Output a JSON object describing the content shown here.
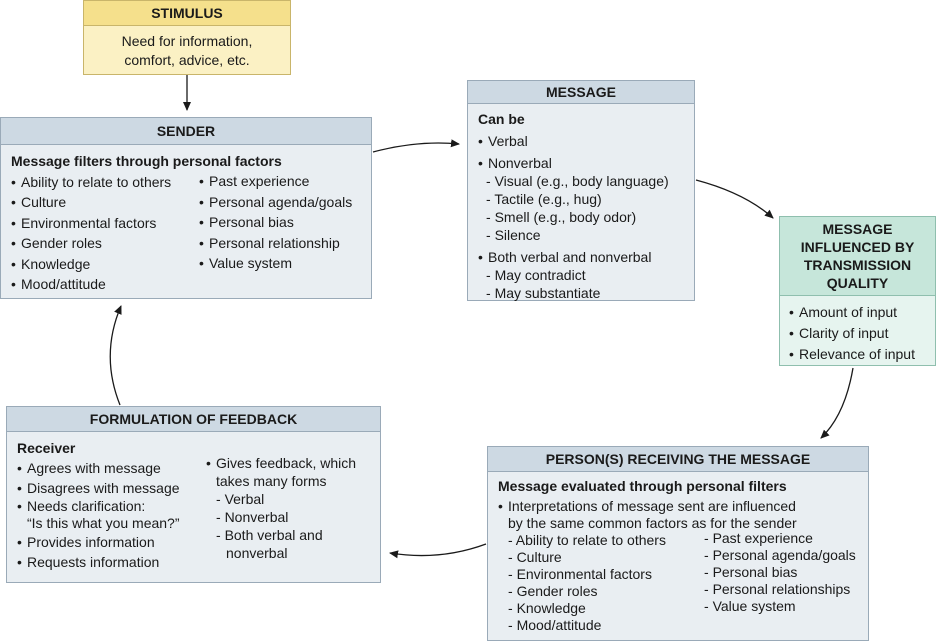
{
  "stimulus": {
    "title": "STIMULUS",
    "line1": "Need for information,",
    "line2": "comfort, advice, etc."
  },
  "sender": {
    "title": "SENDER",
    "subtitle": "Message filters through personal factors",
    "col1": [
      "Ability to relate to others",
      "Culture",
      "Environmental factors",
      "Gender roles",
      "Knowledge",
      "Mood/attitude"
    ],
    "col2": [
      "Past experience",
      "Personal agenda/goals",
      "Personal bias",
      "Personal relationship",
      "Value system"
    ]
  },
  "message": {
    "title": "MESSAGE",
    "subtitle": "Can be",
    "verbal": "Verbal",
    "nonverbal": "Nonverbal",
    "nonverbal_items": [
      "Visual (e.g., body language)",
      "Tactile (e.g., hug)",
      "Smell (e.g., body odor)",
      "Silence"
    ],
    "both": "Both verbal and nonverbal",
    "both_items": [
      "May contradict",
      "May substantiate"
    ]
  },
  "transmission": {
    "title_line1": "MESSAGE",
    "title_line2": "INFLUENCED BY",
    "title_line3": "TRANSMISSION",
    "title_line4": "QUALITY",
    "items": [
      "Amount of input",
      "Clarity of input",
      "Relevance of input"
    ]
  },
  "receiving": {
    "title": "PERSON(S) RECEIVING THE MESSAGE",
    "subtitle": "Message evaluated through personal filters",
    "intro_line1": "Interpretations of message sent are influenced",
    "intro_line2": "by the same common factors as for the sender",
    "col1": [
      "Ability to relate to others",
      "Culture",
      "Environmental factors",
      "Gender roles",
      "Knowledge",
      "Mood/attitude"
    ],
    "col2": [
      "Past experience",
      "Personal agenda/goals",
      "Personal bias",
      "Personal relationships",
      "Value system"
    ]
  },
  "feedback": {
    "title": "FORMULATION OF FEEDBACK",
    "subtitle": "Receiver",
    "agrees": "Agrees with message",
    "disagrees": "Disagrees with message",
    "needs_line1": "Needs clarification:",
    "needs_line2": "“Is this what you mean?”",
    "provides": "Provides information",
    "requests": "Requests information",
    "gives_line1": "Gives feedback, which",
    "gives_line2": "takes many forms",
    "forms": [
      "Verbal",
      "Nonverbal",
      "Both verbal and"
    ],
    "forms_cont": "nonverbal"
  }
}
